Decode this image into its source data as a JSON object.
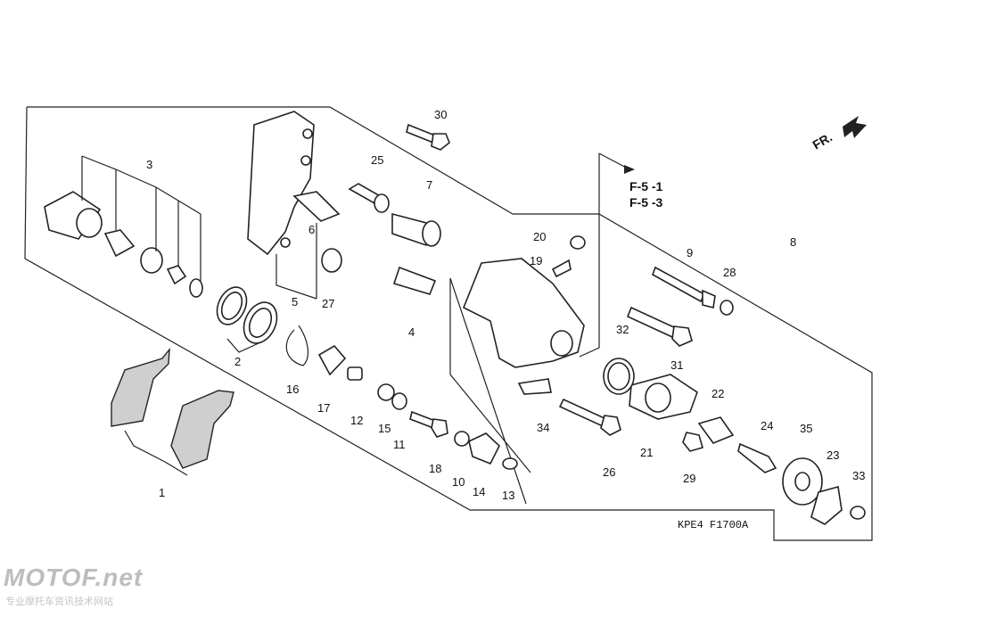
{
  "diagram": {
    "part_numbers": [
      "1",
      "2",
      "3",
      "4",
      "5",
      "6",
      "7",
      "8",
      "9",
      "10",
      "11",
      "12",
      "13",
      "14",
      "15",
      "16",
      "17",
      "18",
      "19",
      "20",
      "21",
      "22",
      "23",
      "24",
      "25",
      "26",
      "27",
      "28",
      "29",
      "30",
      "31",
      "32",
      "33",
      "34",
      "35"
    ],
    "references": [
      "F-5 -1",
      "F-5 -3"
    ],
    "direction_label": "FR.",
    "drawing_code": "KPE4 F1700A",
    "colors": {
      "line": "#222222",
      "background": "#ffffff",
      "watermark": "#bdbdbd"
    }
  },
  "watermark": {
    "name": "MOTOF.net",
    "subtitle": "专业摩托车资讯技术网站"
  }
}
